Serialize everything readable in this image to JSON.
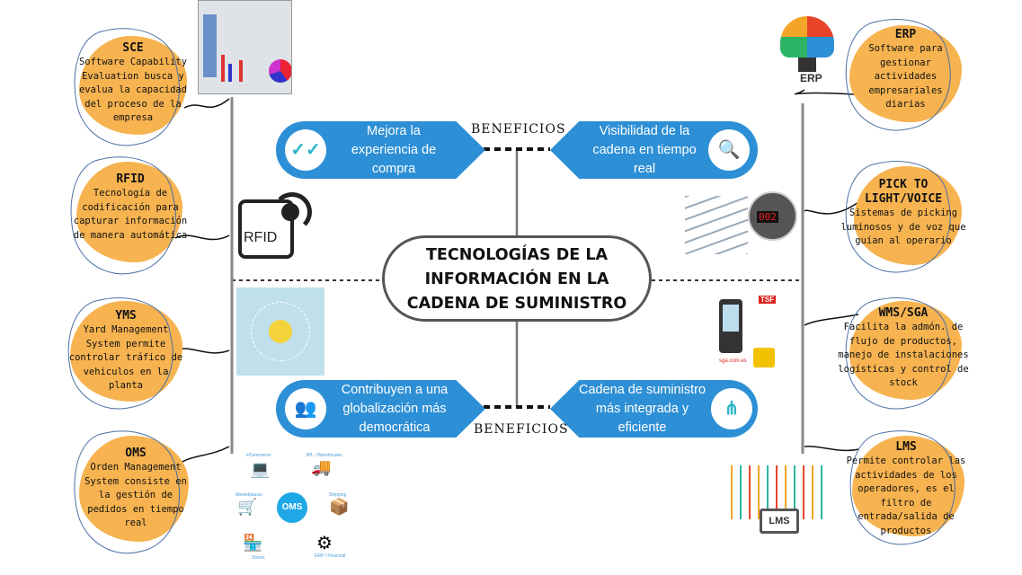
{
  "center": {
    "title_lines": [
      "TECNOLOGÍAS DE LA",
      "INFORMACIÓN EN LA",
      "CADENA DE SUMINISTRO"
    ]
  },
  "benefits": {
    "label_top": "BENEFICIOS",
    "label_bottom": "BENEFICIOS",
    "items": [
      {
        "text": "Mejora la experiencia de compra",
        "icon": "double-check-icon"
      },
      {
        "text": "Visibilidad de la cadena en tiempo real",
        "icon": "document-search-icon"
      },
      {
        "text": "Contribuyen a una globalización más democrática",
        "icon": "people-icon"
      },
      {
        "text": "Cadena de suministro más integrada y eficiente",
        "icon": "network-icon"
      }
    ]
  },
  "left_nodes": [
    {
      "title": "SCE",
      "desc": "Software Capability Evaluation busca y evalua la capacidad del proceso de la empresa"
    },
    {
      "title": "RFID",
      "desc": "Tecnología de codificación para capturar información de manera automática"
    },
    {
      "title": "YMS",
      "desc": "Yard Management System permite controlar tráfico de vehiculos en la planta"
    },
    {
      "title": "OMS",
      "desc": "Orden Management System consiste en la gestión de pedidos en tiempo real"
    }
  ],
  "right_nodes": [
    {
      "title": "ERP",
      "desc": "Software para gestionar actividades empresariales diarias"
    },
    {
      "title": "PICK TO LIGHT/VOICE",
      "desc": "Sistemas de picking luminosos y de voz que guían al operario"
    },
    {
      "title": "WMS/SGA",
      "desc": "Facilita la admón. de flujo de productos, manejo de instalaciones logísticas y control de stock"
    },
    {
      "title": "LMS",
      "desc": "Permite controlar las actividades de los operadores, es el filtro de entrada/salida de productos"
    }
  ],
  "images": {
    "rfid_label": "RFID",
    "erp_label": "ERP",
    "pick_display": "002",
    "sga_url": "sga.com.es",
    "sga_brand": "TSF",
    "lms_label": "LMS",
    "oms_diagram": {
      "center": "OMS",
      "labels": [
        "eCommerce",
        "3PL / Warehouses",
        "Marketplaces",
        "Shipping",
        "Stores",
        "ERP / Financial"
      ]
    }
  },
  "colors": {
    "blob": "#f6b350",
    "pill": "#2d8fd5",
    "ring": "#4a6fa5",
    "line": "#777777"
  }
}
